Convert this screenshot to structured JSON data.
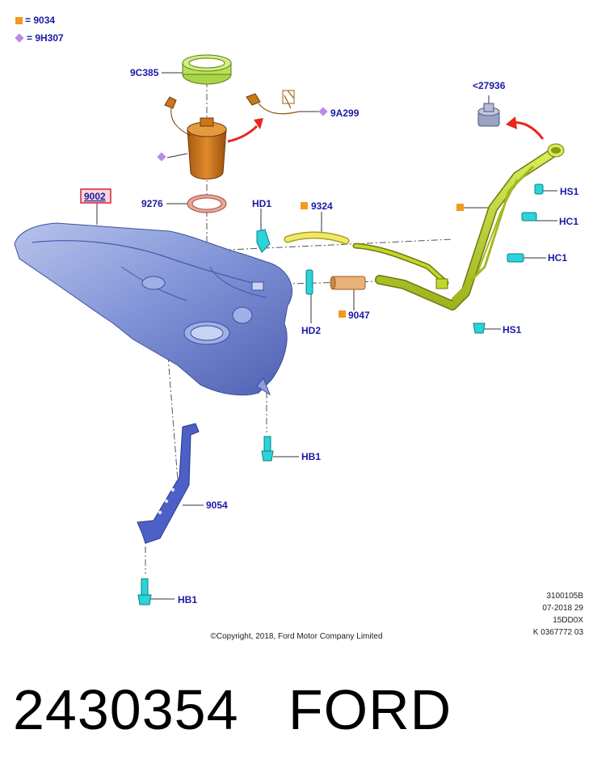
{
  "legend": {
    "square_label": "= 9034",
    "diamond_label": "= 9H307",
    "square_color": "#f39a1e",
    "diamond_color": "#b98be8"
  },
  "labels": {
    "ring": "9C385",
    "sender": "9A299",
    "cap": "<27936",
    "tank": "9002",
    "seal": "9276",
    "hd1": "HD1",
    "hose_upper": "9324",
    "hs1_top": "HS1",
    "hc1_top": "HC1",
    "hc1_mid": "HC1",
    "hd2": "HD2",
    "hose_lower": "9047",
    "hs1_bottom": "HS1",
    "hb1_tank": "HB1",
    "strap": "9054",
    "hb1_strap": "HB1"
  },
  "meta": {
    "line1": "3100105B",
    "line2": "07-2018 29",
    "line3": "15DD0X",
    "line4": "K 0367772 03"
  },
  "copyright": "©Copyright, 2018, Ford Motor Company Limited",
  "caption": "2430354   FORD",
  "colors": {
    "label_text": "#1a1aa6",
    "tank": "#7f92d6",
    "filler_pipe": "#c4d62a",
    "pump": "#c9761c",
    "clip": "#2ad4d8",
    "arrow": "#e8241e",
    "tank_label_box": "#d8233a"
  }
}
